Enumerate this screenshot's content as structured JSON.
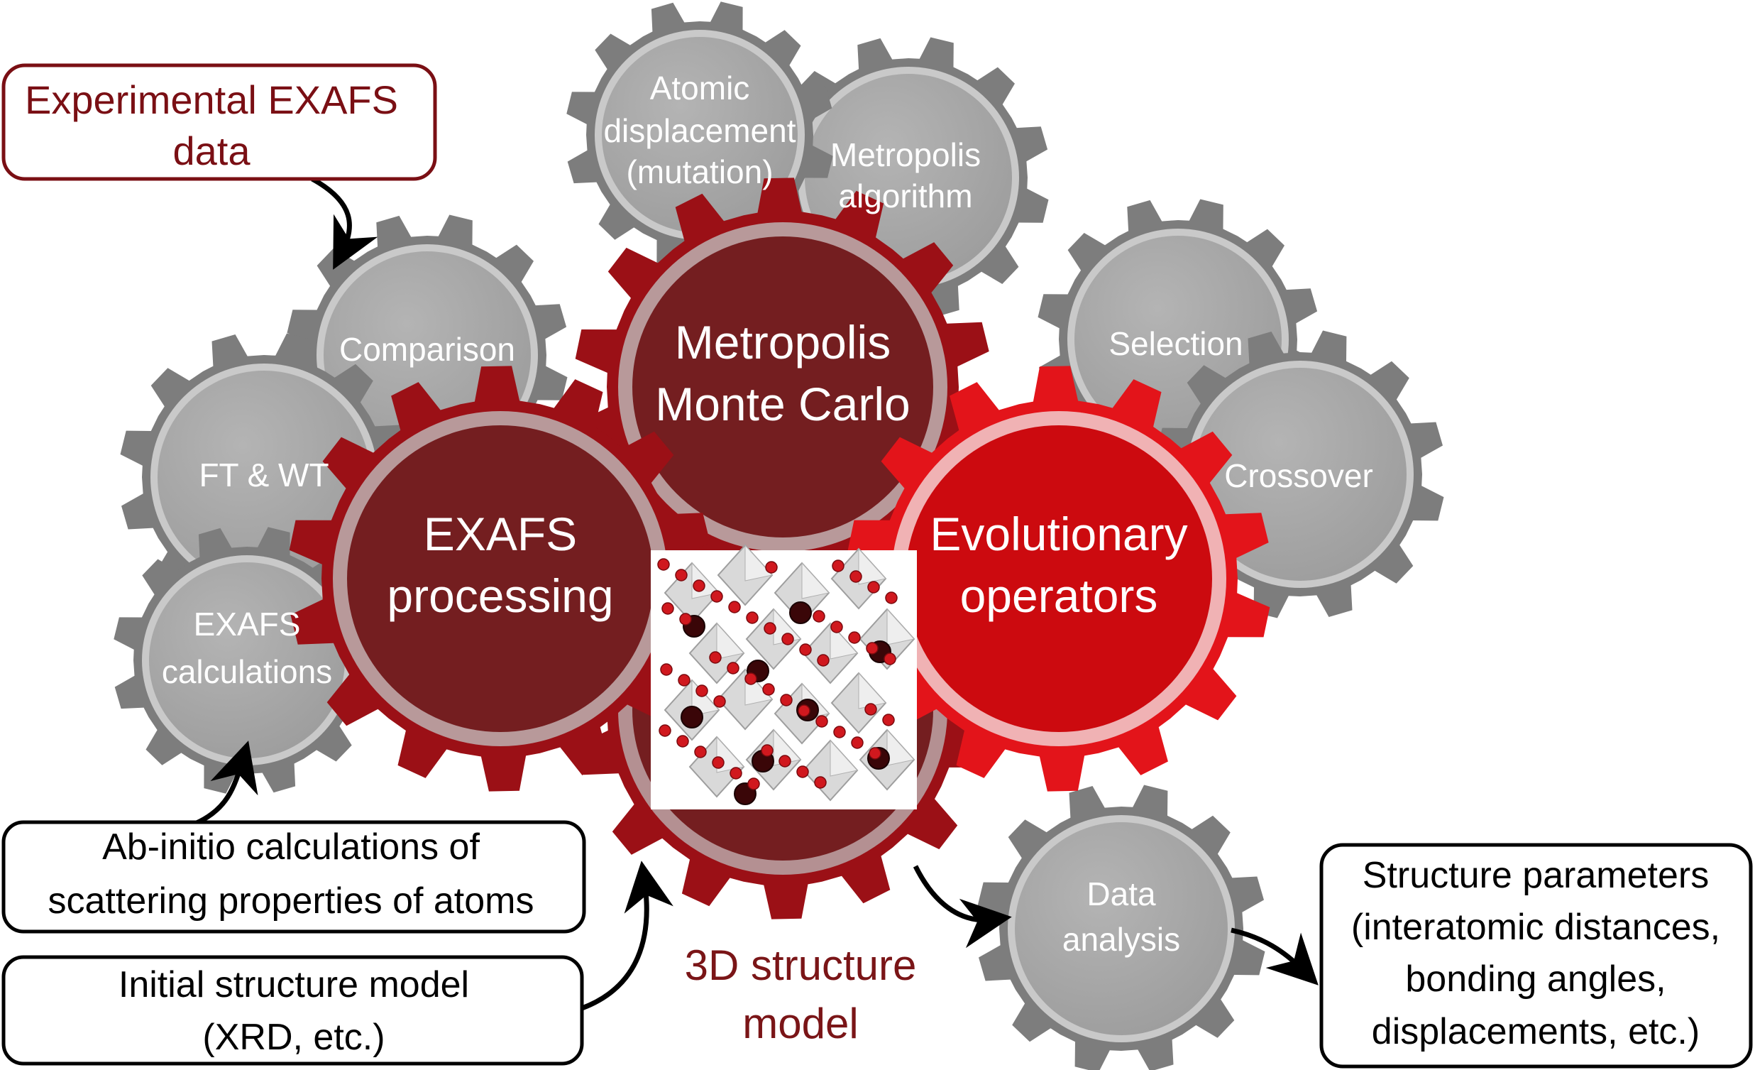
{
  "gears": {
    "atomic_displacement": [
      "Atomic",
      "displacement",
      "(mutation)"
    ],
    "metropolis_algorithm": [
      "Metropolis",
      "algorithm"
    ],
    "comparison": [
      "Comparison"
    ],
    "ft_wt": [
      "FT & WT"
    ],
    "exafs_calculations": [
      "EXAFS",
      "calculations"
    ],
    "selection": [
      "Selection"
    ],
    "crossover": [
      "Crossover"
    ],
    "data_analysis": [
      "Data",
      "analysis"
    ],
    "metropolis_monte_carlo": [
      "Metropolis",
      "Monte Carlo"
    ],
    "exafs_processing": [
      "EXAFS",
      "processing"
    ],
    "evolutionary_operators": [
      "Evolutionary",
      "operators"
    ]
  },
  "boxes": {
    "experimental_exafs": [
      "Experimental EXAFS",
      "data"
    ],
    "ab_initio": [
      "Ab-initio calculations of",
      "scattering properties of atoms"
    ],
    "initial_structure": [
      "Initial structure model",
      "(XRD, etc.)"
    ],
    "structure_parameters": [
      "Structure parameters",
      "(interatomic distances,",
      "bonding angles,",
      "displacements, etc.)"
    ]
  },
  "caption_3d": [
    "3D structure",
    "model"
  ],
  "colors": {
    "gray_gear": "#7d7d7d",
    "gray_inner": "#a8a8a8",
    "dark_red_gear": "#9b1016",
    "dark_red_inner": "#741e20",
    "bright_red_gear": "#e3141a",
    "bright_red_inner": "#cc0a0f",
    "box_red_border": "#7a0f14"
  }
}
